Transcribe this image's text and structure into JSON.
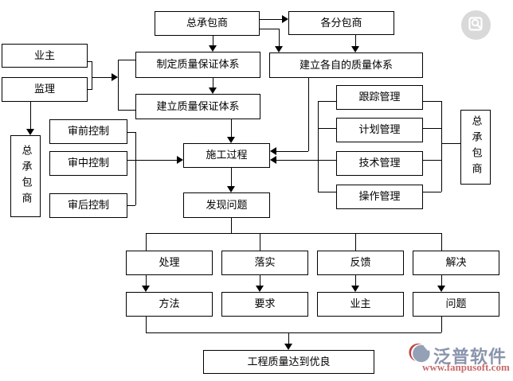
{
  "nodes": {
    "gc_top": "总承包商",
    "subcontractors": "各分包商",
    "owner": "业主",
    "supervisor": "监理",
    "establish_qa": "制定质量保证体系",
    "build_qa": "建立质量保证体系",
    "build_own_quality": "建立各自的质量体系",
    "tracking_mgmt": "跟踪管理",
    "plan_mgmt": "计划管理",
    "technical_mgmt": "技术管理",
    "operation_mgmt": "操作管理",
    "gc_right": "总承包商",
    "gc_left": "总承包商",
    "pre_control": "审前控制",
    "mid_control": "审中控制",
    "post_control": "审后控制",
    "construction": "施工过程",
    "find_problems": "发现问题",
    "handle": "处理",
    "implement": "落实",
    "feedback": "反馈",
    "solve": "解决",
    "method": "方法",
    "requirement": "要求",
    "owner_2": "业主",
    "problem": "问题",
    "final_goal": "工程质量达到优良"
  },
  "watermark": {
    "brand": "泛普软件",
    "url": "www.fanpusoft.com"
  },
  "icons": {
    "top_right_badge": "preview-magnifier-icon",
    "watermark_logo": "fanpu-logo-icon"
  },
  "colors": {
    "line": "#000000",
    "box_border": "#000000",
    "box_fill": "#ffffff",
    "badge_bg": "#d9d9d9",
    "badge_glyph": "#ffffff",
    "brand_text": "#8a94ad",
    "brand_url": "#c96a6a",
    "logo_red": "#bf4341",
    "logo_slate": "#93a0b6"
  }
}
